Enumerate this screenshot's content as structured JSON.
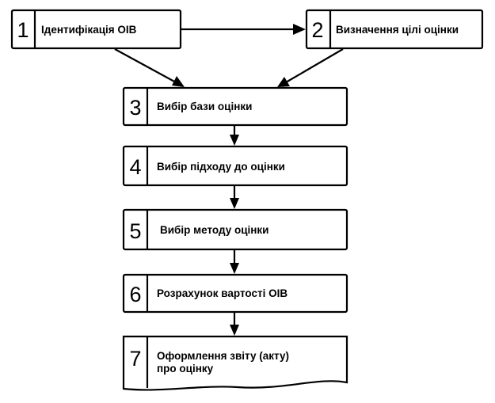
{
  "steps": [
    {
      "number": "1",
      "label": "Ідентифікація ОІВ"
    },
    {
      "number": "2",
      "label": "Визначення цілі оцінки"
    },
    {
      "number": "3",
      "label": "Вибір бази оцінки"
    },
    {
      "number": "4",
      "label": "Вибір підходу до оцінки"
    },
    {
      "number": "5",
      "label": "Вибір методу оцінки"
    },
    {
      "number": "6",
      "label": "Розрахунок вартості ОІВ"
    },
    {
      "number": "7",
      "label_line1": "Оформлення звіту (акту)",
      "label_line2": "про оцінку"
    }
  ]
}
